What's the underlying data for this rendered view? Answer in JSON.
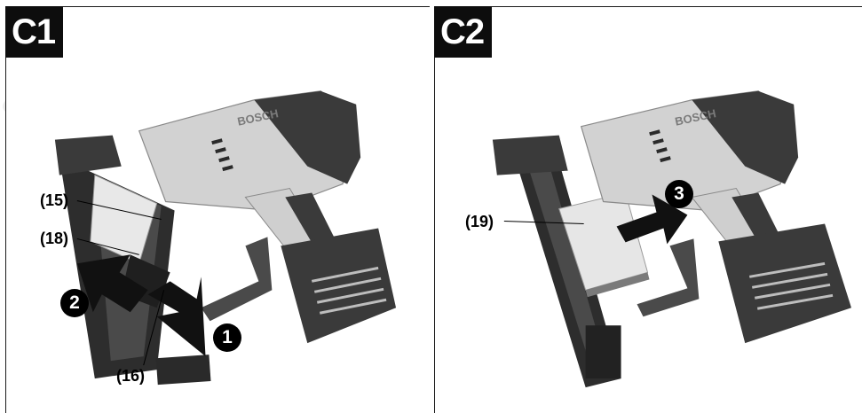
{
  "panels": [
    {
      "badge": "C1",
      "callouts": [
        "(15)",
        "(18)",
        "(16)"
      ],
      "steps": [
        "1",
        "2"
      ],
      "brand": "BOSCH"
    },
    {
      "badge": "C2",
      "callouts": [
        "(19)"
      ],
      "steps": [
        "3"
      ],
      "brand": "BOSCH"
    }
  ],
  "colors": {
    "tool_body_light": "#d2d2d2",
    "tool_body_dark": "#3a3a3a",
    "arrow": "#111111"
  },
  "icons": [
    "nailer-tool-illustration",
    "push-arrow-icon",
    "step-number-icon"
  ]
}
